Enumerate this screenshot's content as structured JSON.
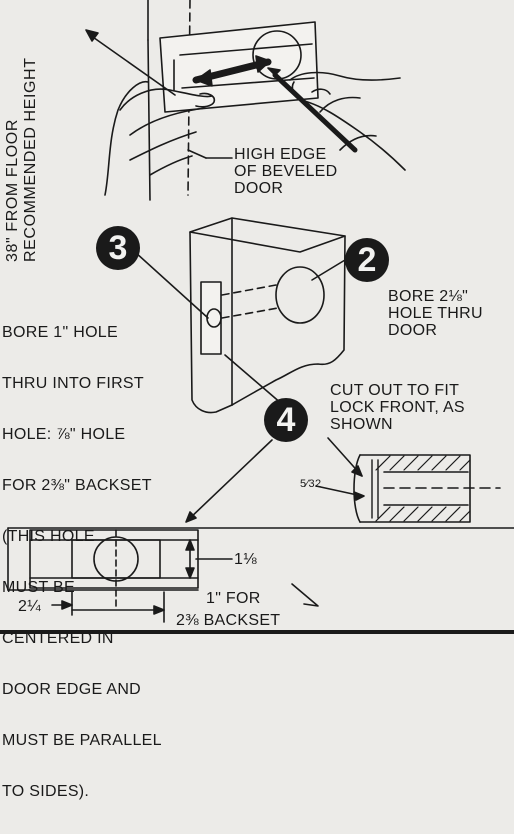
{
  "height_label": [
    "38\" FROM FLOOR",
    "RECOMMENDED HEIGHT"
  ],
  "high_edge_label": [
    "HIGH EDGE",
    "OF BEVELED",
    "DOOR"
  ],
  "steps": [
    {
      "number": "2",
      "text": [
        "BORE 2⅛\"",
        "HOLE THRU",
        "DOOR"
      ]
    },
    {
      "number": "3",
      "text": [
        "BORE 1\" HOLE",
        "THRU INTO FIRST",
        "HOLE: ⅞\" HOLE",
        "FOR 2⅜\" BACKSET",
        "(THIS HOLE",
        "MUST BE",
        "CENTERED IN",
        "DOOR EDGE AND",
        "MUST BE PARALLEL",
        "TO SIDES)."
      ]
    },
    {
      "number": "4",
      "text": [
        "CUT OUT TO FIT",
        "LOCK FRONT, AS",
        "SHOWN"
      ]
    }
  ],
  "dimensions": {
    "depth": "5⁄32",
    "height": "1⅛",
    "edge_offset": "2¼",
    "for_label": "1\" FOR",
    "backset_label": "2⅜ BACKSET"
  },
  "colors": {
    "ink": "#1a1a1a",
    "paper": "#ecebe8"
  },
  "icons": [
    "hand-holding-template-icon",
    "hand-with-pencil-icon",
    "door-block-icon",
    "lock-mortise-icon",
    "dimension-arrow-icon"
  ]
}
